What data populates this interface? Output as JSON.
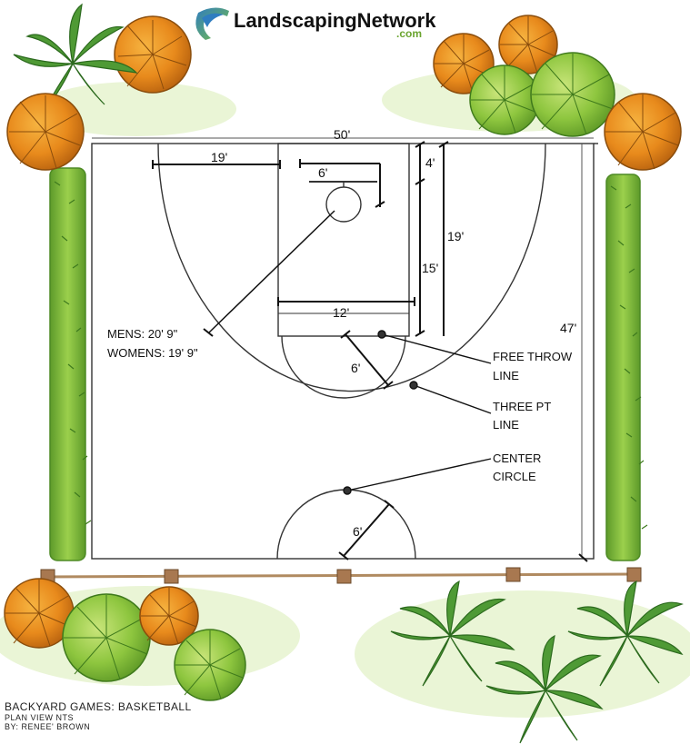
{
  "logo": {
    "name": "LandscapingNetwork",
    "suffix": ".com"
  },
  "court": {
    "width": "50'",
    "length": "47'",
    "three_pt_radius_dim": "19'",
    "backboard_dim": "6'",
    "backboard_offset": "4'",
    "lane_length_dim": "15'",
    "free_throw_dist": "19'",
    "lane_width": "12'",
    "ft_circle_radius": "6'",
    "center_circle_radius": "6'",
    "mens_3pt": "MENS: 20' 9\"",
    "womens_3pt": "WOMENS: 19' 9\""
  },
  "callouts": {
    "free_throw": [
      "FREE THROW",
      "LINE"
    ],
    "three_pt": [
      "THREE PT",
      "LINE"
    ],
    "center_circle": [
      "CENTER",
      "CIRCLE"
    ]
  },
  "caption": {
    "title": "BACKYARD GAMES: BASKETBALL",
    "subtitle": "PLAN VIEW NTS",
    "author": "BY: RENEE' BROWN"
  },
  "colors": {
    "foliage_green": "#8ec63f",
    "foliage_orange": "#e88a1c",
    "hedge": "#7db83a",
    "fence_post": "#a87850",
    "ink": "#222222"
  },
  "icons": [
    "palm-tree-icon",
    "round-shrub-icon",
    "hedge-icon",
    "fence-post-icon"
  ]
}
